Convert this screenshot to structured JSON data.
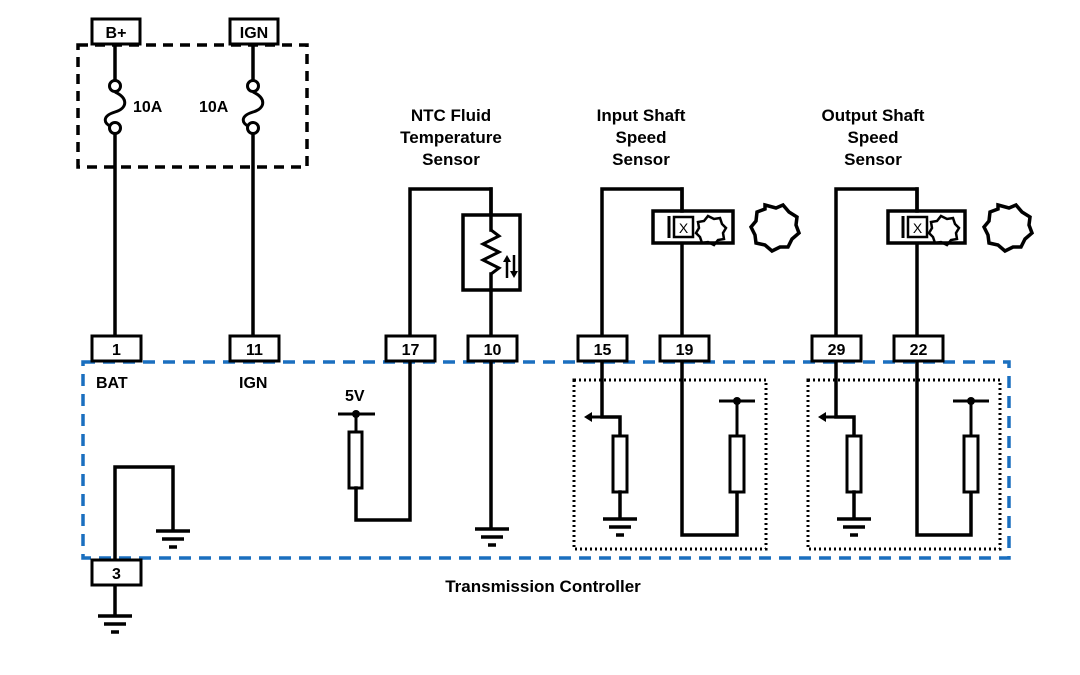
{
  "diagram": {
    "controller_label": "Transmission Controller",
    "controller_border_color": "#1a6fbf",
    "supplies": [
      {
        "label": "B+",
        "fuse_rating": "10A"
      },
      {
        "label": "IGN",
        "fuse_rating": "10A"
      }
    ],
    "sensors": {
      "ntc": {
        "title": [
          "NTC Fluid",
          "Temperature",
          "Sensor"
        ]
      },
      "input_shaft": {
        "title": [
          "Input Shaft",
          "Speed",
          "Sensor"
        ],
        "element_mark": "X"
      },
      "output_shaft": {
        "title": [
          "Output Shaft",
          "Speed",
          "Sensor"
        ],
        "element_mark": "X"
      }
    },
    "pins": [
      {
        "number": "1",
        "label": "BAT"
      },
      {
        "number": "11",
        "label": "IGN"
      },
      {
        "number": "17"
      },
      {
        "number": "10"
      },
      {
        "number": "15"
      },
      {
        "number": "19"
      },
      {
        "number": "29"
      },
      {
        "number": "22"
      },
      {
        "number": "3"
      }
    ],
    "reference_voltage": "5V"
  }
}
